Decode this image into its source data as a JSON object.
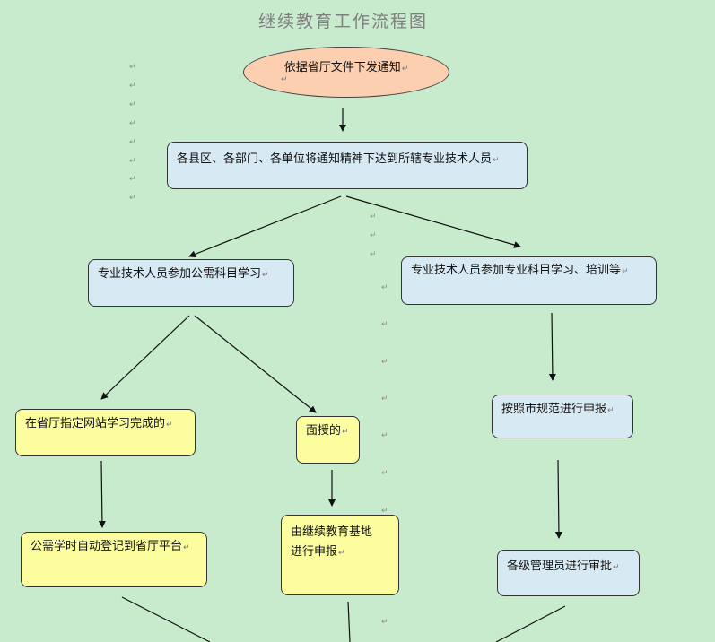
{
  "title": "继续教育工作流程图",
  "paragraph_mark": "↵",
  "nodes": {
    "start": "依据省厅文件下发通知",
    "notify": "各县区、各部门、各单位将通知精神下达到所辖专业技术人员",
    "public_subjects": "专业技术人员参加公需科目学习",
    "professional_subjects": "专业技术人员参加专业科目学习、培训等",
    "online_complete": "在省厅指定网站学习完成的",
    "face_to_face": "面授的",
    "apply_by_city": "按照市规范进行申报",
    "auto_register": "公需学时自动登记到省厅平台",
    "base_apply_line1": "由继续教育基地",
    "base_apply_line2": "进行申报",
    "admin_review": "各级管理员进行审批"
  }
}
